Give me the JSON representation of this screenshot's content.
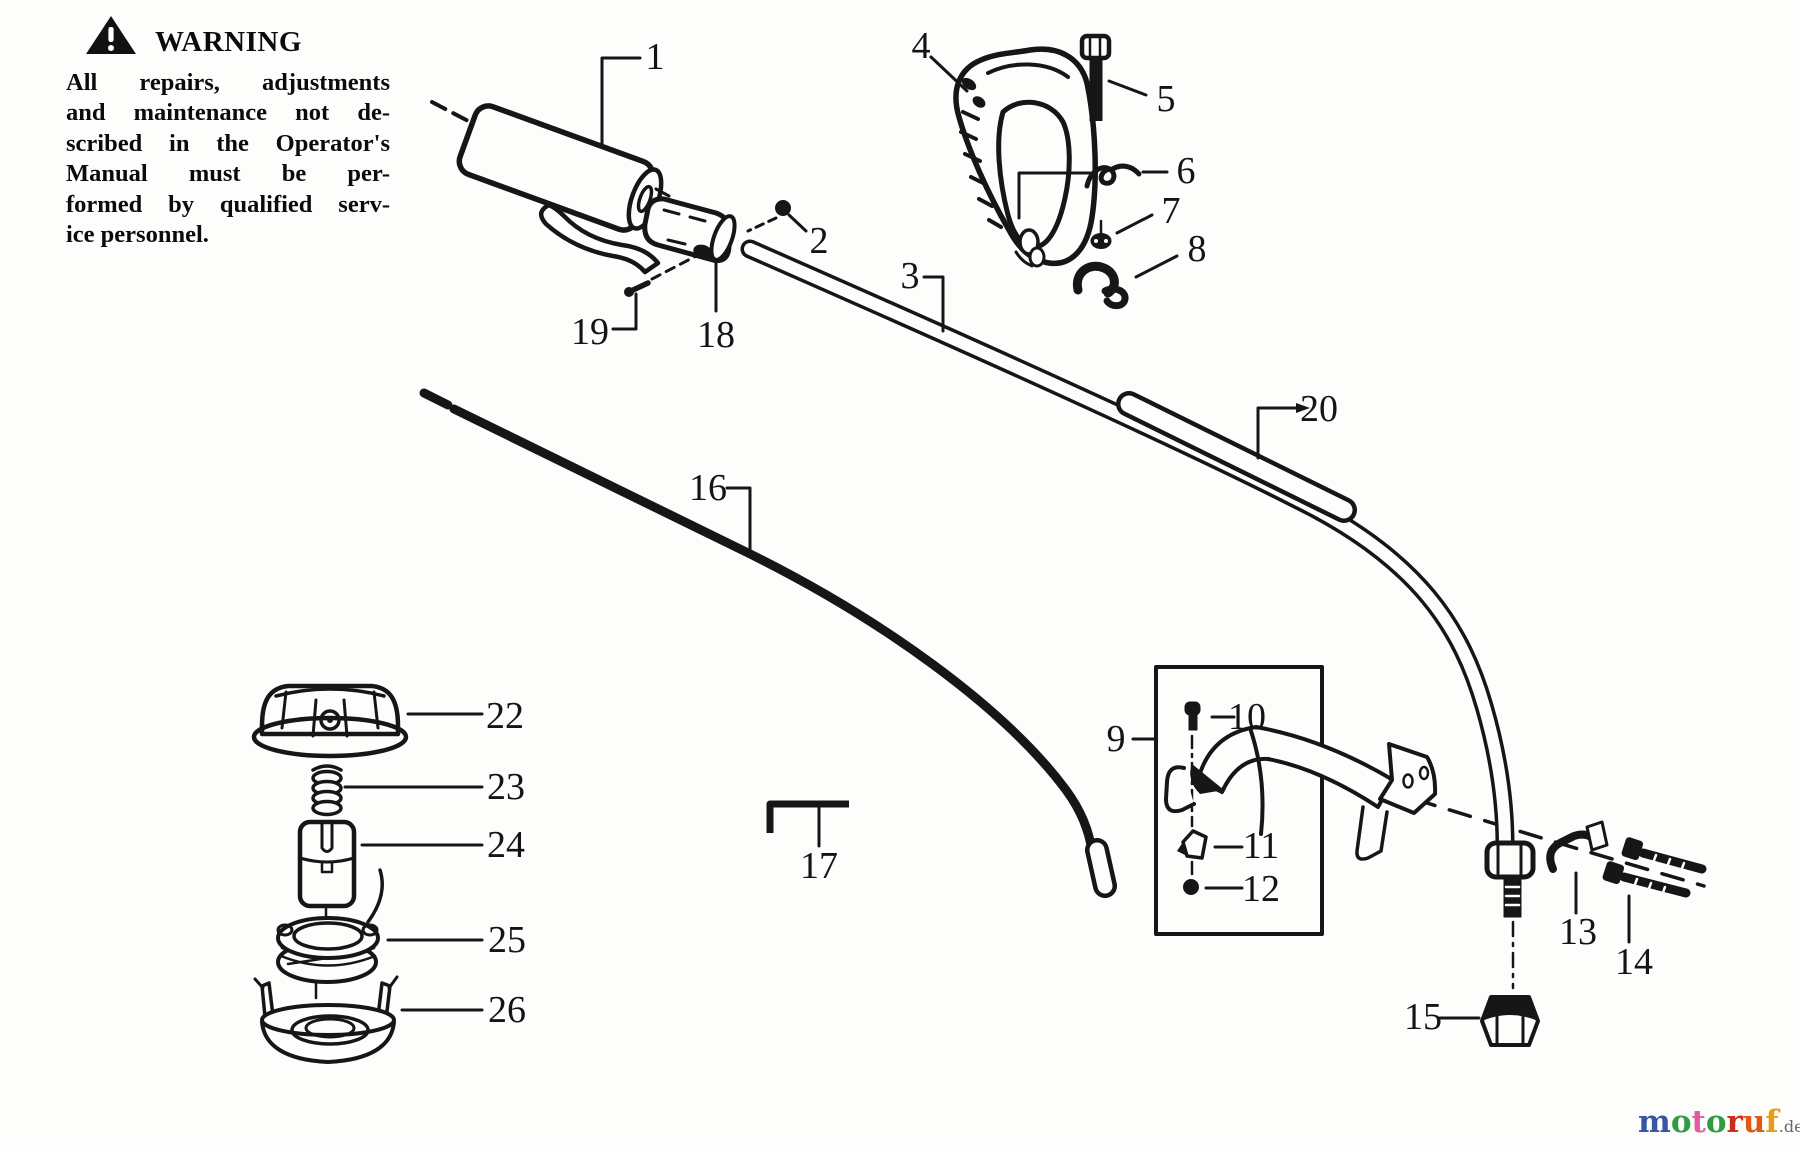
{
  "warning": {
    "title": "WARNING",
    "lines": [
      "All repairs, adjustments",
      "and maintenance not de-",
      "scribed in the Operator's",
      "Manual must be per-",
      "formed by qualified serv-",
      "ice personnel."
    ]
  },
  "diagram": {
    "part_numbers": {
      "n1": "1",
      "n2": "2",
      "n3": "3",
      "n4": "4",
      "n5": "5",
      "n6": "6",
      "n7": "7",
      "n8": "8",
      "n9": "9",
      "n10": "10",
      "n11": "11",
      "n12": "12",
      "n13": "13",
      "n14": "14",
      "n15": "15",
      "n16": "16",
      "n17": "17",
      "n18": "18",
      "n19": "19",
      "n20": "20",
      "n22": "22",
      "n23": "23",
      "n24": "24",
      "n25": "25",
      "n26": "26"
    }
  },
  "watermark": {
    "letters": [
      {
        "ch": "m",
        "color": "#3a55a5"
      },
      {
        "ch": "o",
        "color": "#2f9c42"
      },
      {
        "ch": "t",
        "color": "#df5ca0"
      },
      {
        "ch": "o",
        "color": "#2f9c42"
      },
      {
        "ch": "r",
        "color": "#ce2a1e"
      },
      {
        "ch": "u",
        "color": "#df5a19"
      },
      {
        "ch": "f",
        "color": "#e79c18"
      }
    ],
    "suffix": {
      "text": ".de",
      "color": "#666666"
    }
  }
}
